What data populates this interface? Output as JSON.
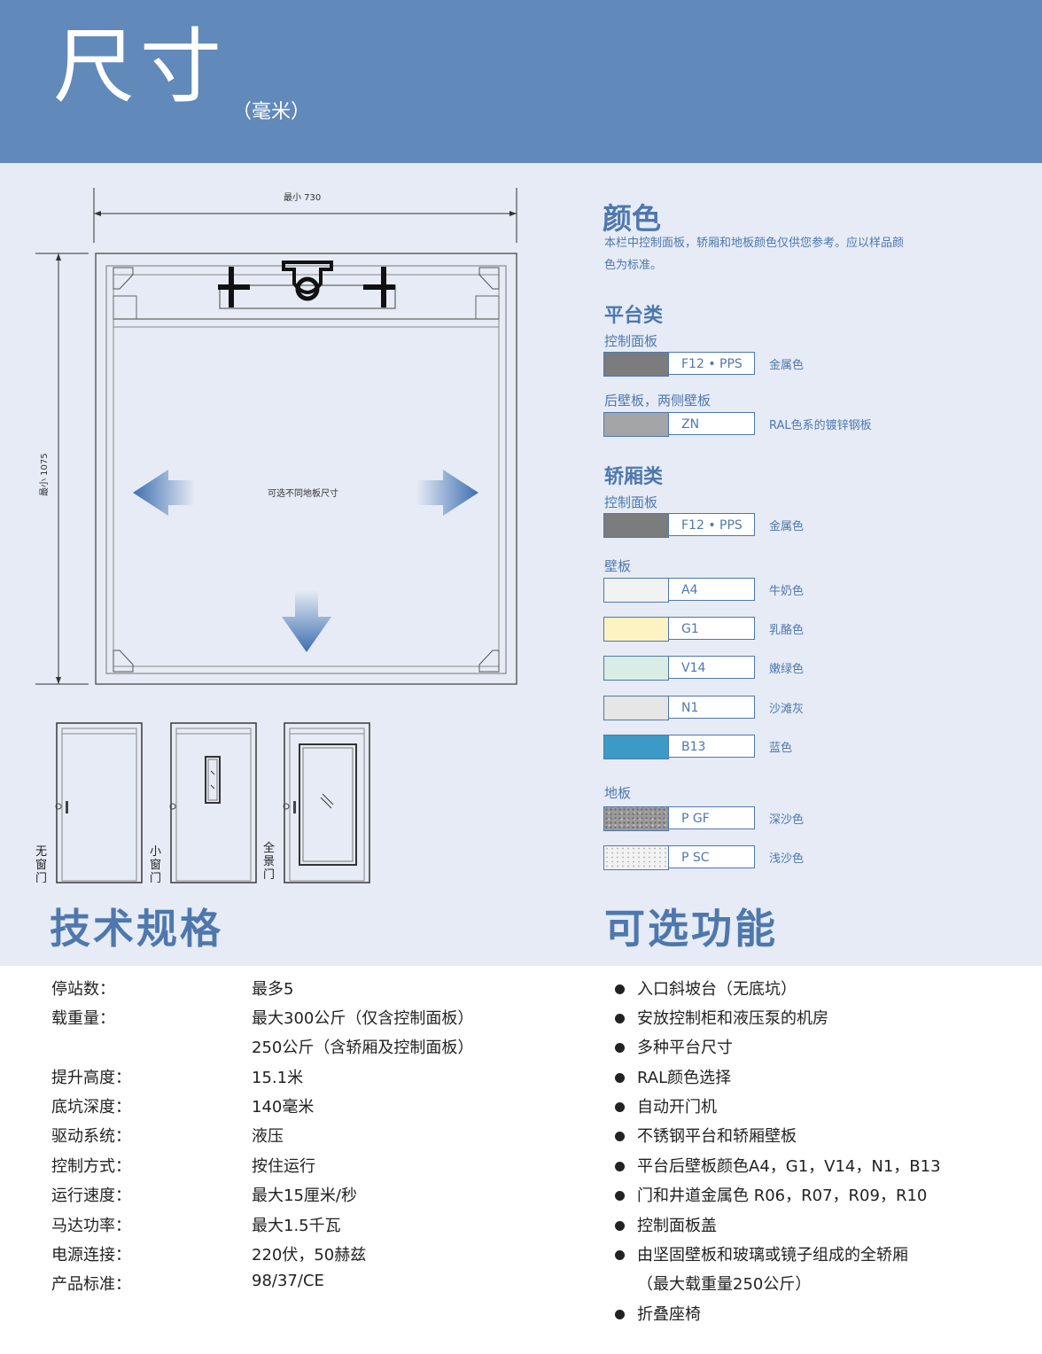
{
  "header": {
    "title": "尺寸",
    "subtitle": "（毫米）"
  },
  "drawing": {
    "width_label": "最小 730",
    "height_label": "最小 1075",
    "center_label": "可选不同地板尺寸"
  },
  "doors": [
    {
      "label": "无窗门"
    },
    {
      "label": "小窗门"
    },
    {
      "label": "全景门"
    }
  ],
  "colors": {
    "title": "颜色",
    "note": "本栏中控制面板，轿厢和地板颜色仅供您参考。应以样品颜色为标准。",
    "platform": {
      "title": "平台类",
      "control_panel": {
        "label": "控制面板",
        "code": "F12 • PPS",
        "desc": "金属色",
        "color": "#7b7c7e"
      },
      "walls": {
        "label": "后壁板，两侧壁板",
        "code": "ZN",
        "desc": "RAL色系的镀锌钢板",
        "color": "#a4a5a7"
      }
    },
    "cabin": {
      "title": "轿厢类",
      "control_panel": {
        "label": "控制面板",
        "code": "F12 • PPS",
        "desc": "金属色",
        "color": "#7b7c7e"
      },
      "walls_label": "壁板",
      "walls": [
        {
          "code": "A4",
          "desc": "牛奶色",
          "color": "#f1f2f2"
        },
        {
          "code": "G1",
          "desc": "乳酪色",
          "color": "#fcf2c2"
        },
        {
          "code": "V14",
          "desc": "嫩绿色",
          "color": "#d8ede3"
        },
        {
          "code": "N1",
          "desc": "沙滩灰",
          "color": "#e6e6e6"
        },
        {
          "code": "B13",
          "desc": "蓝色",
          "color": "#3c9bc6"
        }
      ],
      "floor_label": "地板",
      "floor": [
        {
          "code": "P GF",
          "desc": "深沙色",
          "color": "#9a9a9a"
        },
        {
          "code": "P SC",
          "desc": "浅沙色",
          "color": "#f2f2f2"
        }
      ]
    }
  },
  "specs": {
    "title": "技术规格",
    "rows": [
      {
        "label": "停站数：",
        "value": "最多5"
      },
      {
        "label": "载重量：",
        "value": "最大300公斤（仅含控制面板）"
      },
      {
        "label": "",
        "value": "250公斤（含轿厢及控制面板）"
      },
      {
        "label": "提升高度：",
        "value": "15.1米"
      },
      {
        "label": "底坑深度：",
        "value": "140毫米"
      },
      {
        "label": "驱动系统：",
        "value": "液压"
      },
      {
        "label": "控制方式：",
        "value": "按住运行"
      },
      {
        "label": "运行速度：",
        "value": "最大15厘米/秒"
      },
      {
        "label": "马达功率：",
        "value": "最大1.5千瓦"
      },
      {
        "label": "电源连接：",
        "value": "220伏，50赫兹"
      },
      {
        "label": "产品标准：",
        "value": "98/37/CE"
      }
    ]
  },
  "features": {
    "title": "可选功能",
    "items": [
      {
        "text": "入口斜坡台（无底坑）",
        "bullet": true
      },
      {
        "text": "安放控制柜和液压泵的机房",
        "bullet": true
      },
      {
        "text": "多种平台尺寸",
        "bullet": true
      },
      {
        "text": "RAL颜色选择",
        "bullet": true
      },
      {
        "text": "自动开门机",
        "bullet": true
      },
      {
        "text": "不锈钢平台和轿厢壁板",
        "bullet": true
      },
      {
        "text": "平台后壁板颜色A4，G1，V14，N1，B13",
        "bullet": true
      },
      {
        "text": "门和井道金属色 R06，R07，R09，R10",
        "bullet": true
      },
      {
        "text": "控制面板盖",
        "bullet": true
      },
      {
        "text": "由坚固壁板和玻璃或镜子组成的全轿厢",
        "bullet": true
      },
      {
        "text": "（最大载重量250公斤）",
        "bullet": false
      },
      {
        "text": "折叠座椅",
        "bullet": true
      }
    ]
  }
}
